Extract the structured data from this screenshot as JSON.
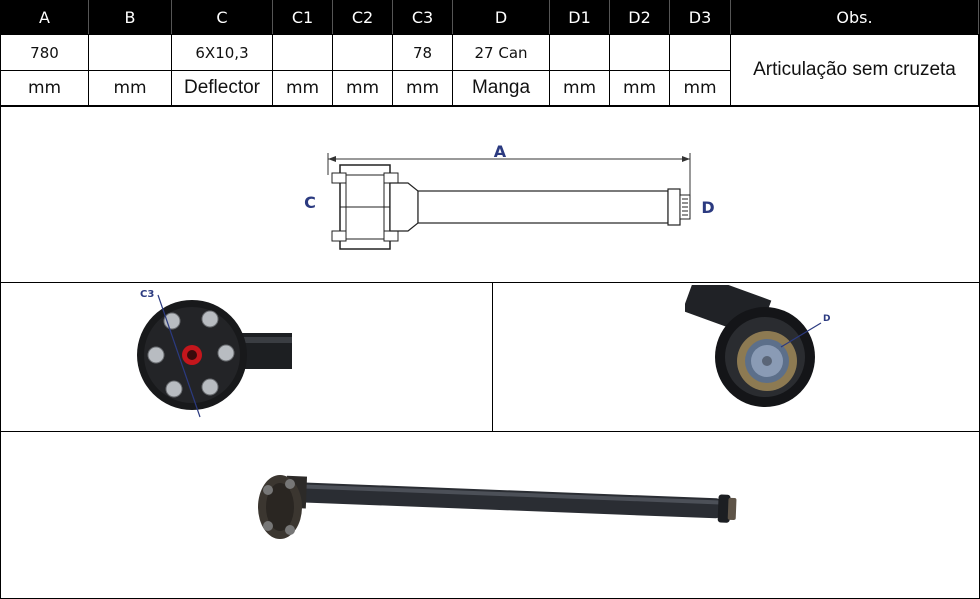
{
  "table": {
    "headers": [
      "A",
      "B",
      "C",
      "C1",
      "C2",
      "C3",
      "D",
      "D1",
      "D2",
      "D3",
      "Obs."
    ],
    "values": [
      "780",
      "",
      "6X10,3",
      "",
      "",
      "78",
      "27 Can",
      "",
      "",
      ""
    ],
    "units": [
      "mm",
      "mm",
      "Deflector",
      "mm",
      "mm",
      "mm",
      "Manga",
      "mm",
      "mm",
      "mm"
    ],
    "obs": "Articulação sem cruzeta"
  },
  "drawing": {
    "label_a": "A",
    "label_c": "C",
    "label_d": "D"
  },
  "photos": {
    "flange_label": "C3",
    "spline_label": "D"
  },
  "colors": {
    "label_blue": "#2b3a80",
    "header_bg": "#000000",
    "header_text": "#ffffff"
  }
}
